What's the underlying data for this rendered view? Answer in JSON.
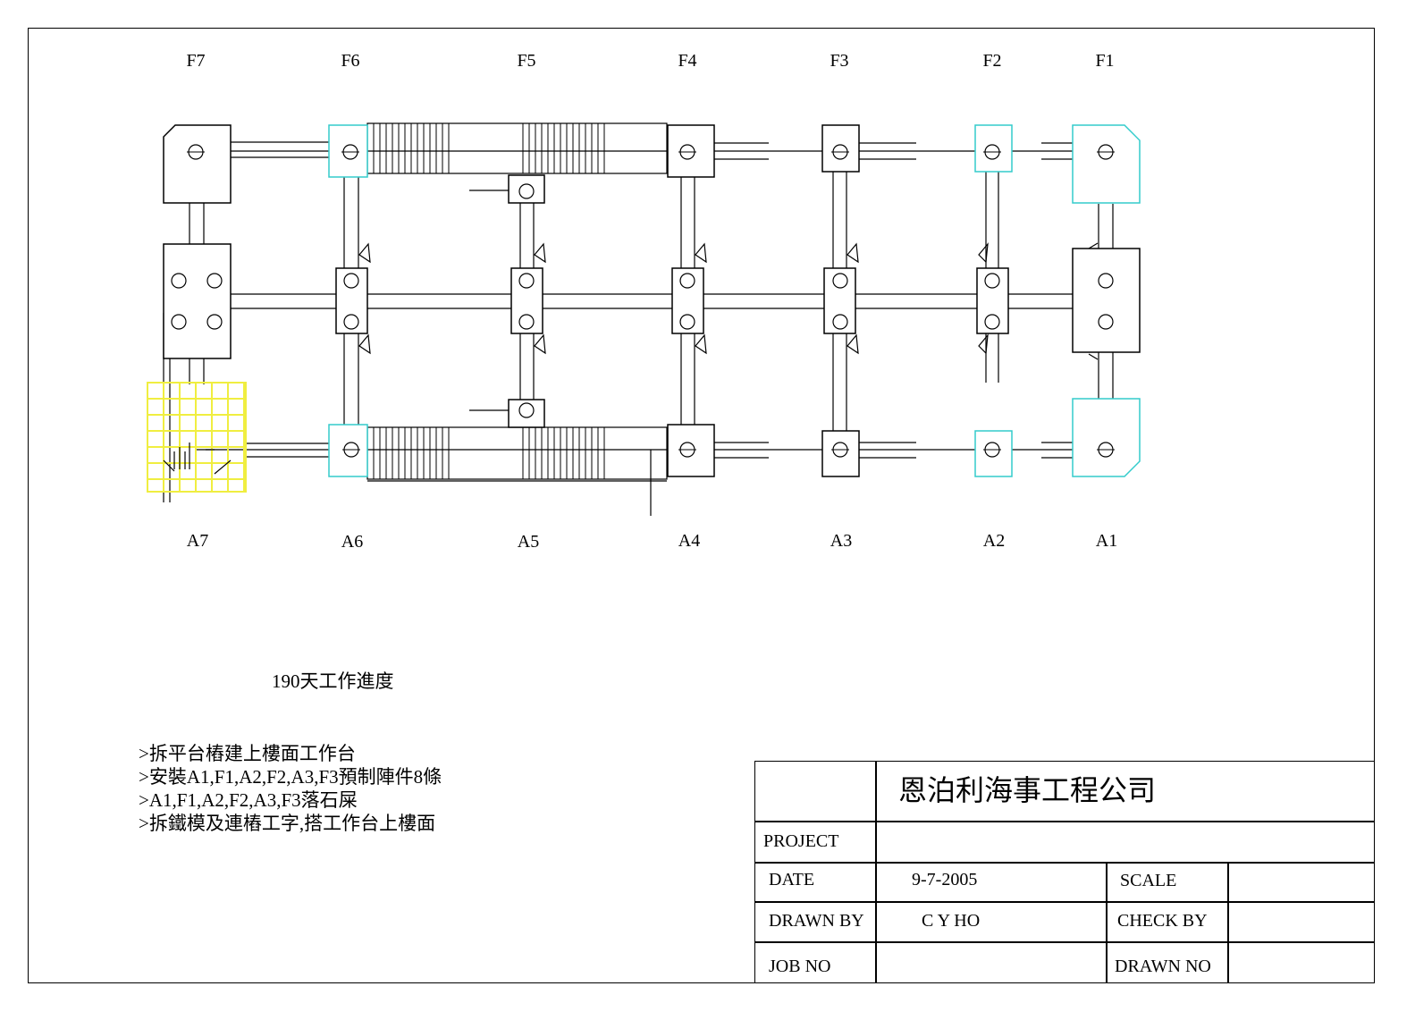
{
  "grid_top_labels": [
    "F7",
    "F6",
    "F5",
    "F4",
    "F3",
    "F2",
    "F1"
  ],
  "grid_bottom_labels": [
    "A7",
    "A6",
    "A5",
    "A4",
    "A3",
    "A2",
    "A1"
  ],
  "progress_title": "190天工作進度",
  "notes": [
    ">拆平台樁建上樓面工作台",
    ">安裝A1,F1,A2,F2,A3,F3預制陣件8條",
    ">A1,F1,A2,F2,A3,F3落石屎",
    ">拆鐵模及連樁工字,搭工作台上樓面"
  ],
  "title_block": {
    "company": "恩泊利海事工程公司",
    "project_label": "PROJECT",
    "project_value": "",
    "date_label": "DATE",
    "date_value": "9-7-2005",
    "scale_label": "SCALE",
    "scale_value": "",
    "drawn_by_label": "DRAWN BY",
    "drawn_by_value": "C Y HO",
    "check_by_label": "CHECK BY",
    "check_by_value": "",
    "job_no_label": "JOB NO",
    "job_no_value": "",
    "drawn_no_label": "DRAWN NO",
    "drawn_no_value": ""
  },
  "colors": {
    "line": "#000000",
    "completed_cap": "#33cccc",
    "work_platform": "#f0ee40"
  }
}
